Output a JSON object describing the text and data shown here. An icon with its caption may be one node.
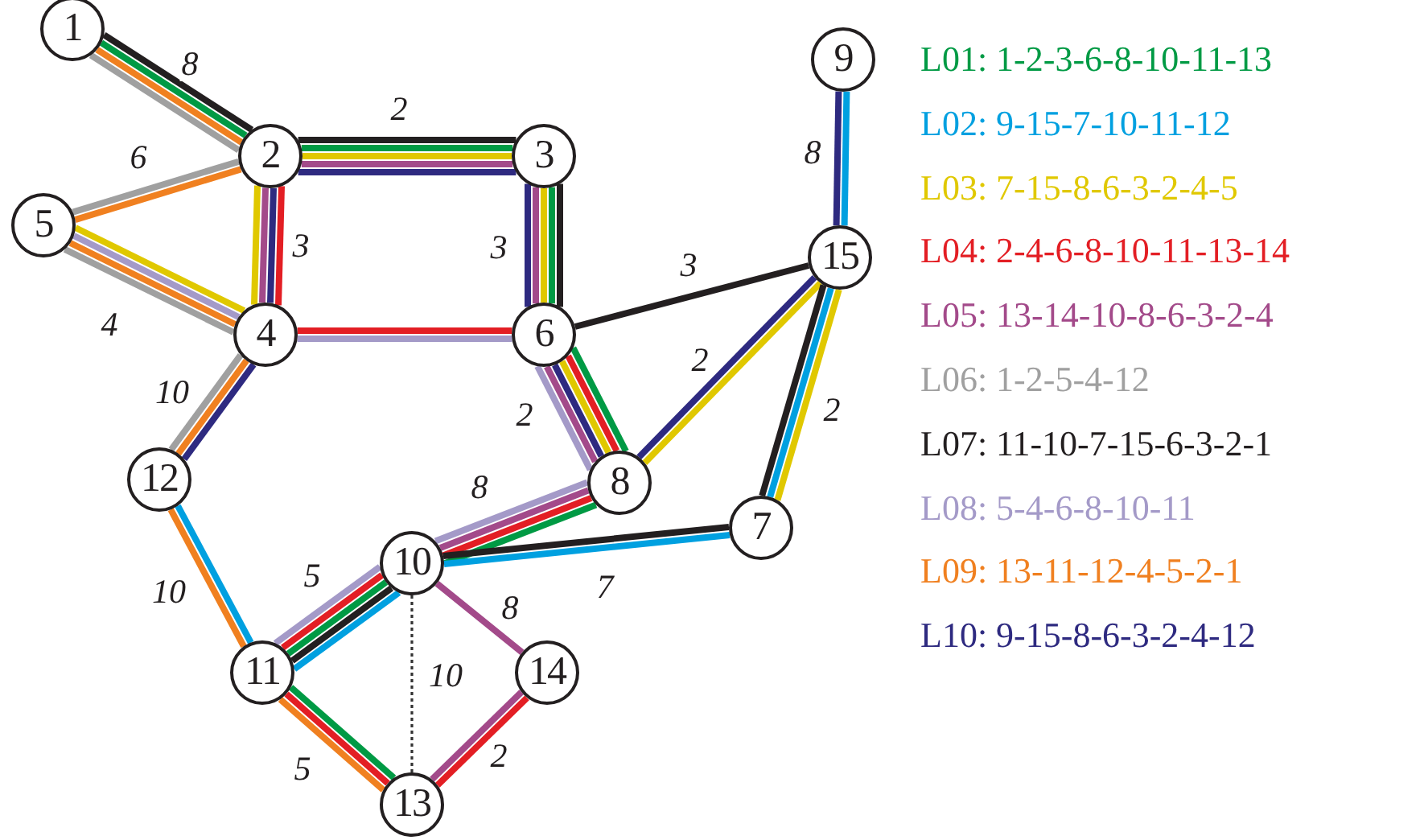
{
  "diagram": {
    "nodes": [
      {
        "text": [
          "1"
        ]
      },
      {
        "text": [
          "2"
        ]
      },
      {
        "text": [
          "3"
        ]
      },
      {
        "text": [
          "4"
        ]
      },
      {
        "text": [
          "5"
        ]
      },
      {
        "text": [
          "6"
        ]
      },
      {
        "text": [
          "7"
        ]
      },
      {
        "text": [
          "8"
        ]
      },
      {
        "text": [
          "9"
        ]
      },
      {
        "text": [
          "10"
        ]
      },
      {
        "text": [
          "11"
        ]
      },
      {
        "text": [
          "12"
        ]
      },
      {
        "text": [
          "13"
        ]
      },
      {
        "text": [
          "14"
        ]
      },
      {
        "text": [
          "15"
        ]
      }
    ],
    "edges": [
      {
        "from": 0,
        "to": 1,
        "arrow": "none",
        "label": "8",
        "color": "#231f20"
      },
      {
        "from": 0,
        "to": 1,
        "arrow": "none",
        "color": "#009a44"
      },
      {
        "from": 0,
        "to": 1,
        "arrow": "none",
        "color": "#f08020"
      },
      {
        "from": 0,
        "to": 1,
        "arrow": "none",
        "color": "#a0a0a0"
      },
      {
        "from": 1,
        "to": 2,
        "arrow": "none",
        "label": "2",
        "color": "#231f20"
      },
      {
        "from": 1,
        "to": 2,
        "arrow": "none",
        "color": "#009a44"
      },
      {
        "from": 1,
        "to": 2,
        "arrow": "none",
        "color": "#e0c800"
      },
      {
        "from": 1,
        "to": 2,
        "arrow": "none",
        "color": "#a34a8a"
      },
      {
        "from": 1,
        "to": 2,
        "arrow": "none",
        "color": "#2e2a80"
      },
      {
        "from": 1,
        "to": 4,
        "arrow": "none",
        "label": "6",
        "color": "#a0a0a0"
      },
      {
        "from": 1,
        "to": 4,
        "arrow": "none",
        "color": "#f08020"
      },
      {
        "from": 1,
        "to": 3,
        "arrow": "none",
        "color": "#e0c800"
      },
      {
        "from": 1,
        "to": 3,
        "arrow": "none",
        "color": "#a34a8a"
      },
      {
        "from": 1,
        "to": 3,
        "arrow": "none",
        "color": "#2e2a80"
      },
      {
        "from": 1,
        "to": 3,
        "arrow": "none",
        "label": "3",
        "color": "#e31e24"
      },
      {
        "from": 2,
        "to": 5,
        "arrow": "none",
        "label": "3",
        "color": "#2e2a80"
      },
      {
        "from": 2,
        "to": 5,
        "arrow": "none",
        "color": "#a34a8a"
      },
      {
        "from": 2,
        "to": 5,
        "arrow": "none",
        "color": "#e0c800"
      },
      {
        "from": 2,
        "to": 5,
        "arrow": "none",
        "color": "#009a44"
      },
      {
        "from": 2,
        "to": 5,
        "arrow": "none",
        "color": "#231f20"
      },
      {
        "from": 4,
        "to": 3,
        "arrow": "none",
        "label": "4",
        "color": "#e0c800"
      },
      {
        "from": 4,
        "to": 3,
        "arrow": "none",
        "color": "#a49ac8"
      },
      {
        "from": 4,
        "to": 3,
        "arrow": "none",
        "color": "#f08020"
      },
      {
        "from": 4,
        "to": 3,
        "arrow": "none",
        "color": "#a0a0a0"
      },
      {
        "from": 3,
        "to": 5,
        "arrow": "none",
        "color": "#e31e24"
      },
      {
        "from": 3,
        "to": 5,
        "arrow": "none",
        "color": "#a49ac8"
      },
      {
        "from": 3,
        "to": 11,
        "arrow": "none",
        "label": "10",
        "color": "#a0a0a0"
      },
      {
        "from": 3,
        "to": 11,
        "arrow": "none",
        "color": "#f08020"
      },
      {
        "from": 3,
        "to": 11,
        "arrow": "none",
        "color": "#2e2a80"
      },
      {
        "from": 5,
        "to": 14,
        "arrow": "none",
        "label": "3",
        "color": "#231f20"
      },
      {
        "from": 5,
        "to": 7,
        "arrow": "none",
        "label": "2",
        "color": "#a49ac8"
      },
      {
        "from": 5,
        "to": 7,
        "arrow": "none",
        "color": "#a34a8a"
      },
      {
        "from": 5,
        "to": 7,
        "arrow": "none",
        "color": "#2e2a80"
      },
      {
        "from": 5,
        "to": 7,
        "arrow": "none",
        "color": "#e0c800"
      },
      {
        "from": 5,
        "to": 7,
        "arrow": "none",
        "color": "#e31e24"
      },
      {
        "from": 5,
        "to": 7,
        "arrow": "none",
        "color": "#009a44"
      },
      {
        "from": 7,
        "to": 14,
        "arrow": "none",
        "label": "2",
        "color": "#2e2a80"
      },
      {
        "from": 7,
        "to": 14,
        "arrow": "none",
        "color": "#e0c800"
      },
      {
        "from": 8,
        "to": 14,
        "arrow": "none",
        "label": "8",
        "color": "#00a0e0"
      },
      {
        "from": 8,
        "to": 14,
        "arrow": "none",
        "color": "#2e2a80"
      },
      {
        "from": 14,
        "to": 6,
        "arrow": "none",
        "label": "2",
        "color": "#231f20"
      },
      {
        "from": 14,
        "to": 6,
        "arrow": "none",
        "color": "#00a0e0"
      },
      {
        "from": 14,
        "to": 6,
        "arrow": "none",
        "color": "#e0c800"
      },
      {
        "from": 7,
        "to": 9,
        "arrow": "none",
        "label": "8",
        "color": "#a49ac8"
      },
      {
        "from": 7,
        "to": 9,
        "arrow": "none",
        "color": "#a34a8a"
      },
      {
        "from": 7,
        "to": 9,
        "arrow": "none",
        "color": "#e31e24"
      },
      {
        "from": 7,
        "to": 9,
        "arrow": "none",
        "color": "#009a44"
      },
      {
        "from": 6,
        "to": 9,
        "arrow": "none",
        "label": "7",
        "color": "#231f20"
      },
      {
        "from": 6,
        "to": 9,
        "arrow": "none",
        "color": "#00a0e0"
      },
      {
        "from": 11,
        "to": 10,
        "arrow": "none",
        "label": "10",
        "color": "#f08020"
      },
      {
        "from": 11,
        "to": 10,
        "arrow": "none",
        "color": "#00a0e0"
      },
      {
        "from": 9,
        "to": 10,
        "arrow": "none",
        "label": "5",
        "color": "#a49ac8"
      },
      {
        "from": 9,
        "to": 10,
        "arrow": "none",
        "color": "#e31e24"
      },
      {
        "from": 9,
        "to": 10,
        "arrow": "none",
        "color": "#009a44"
      },
      {
        "from": 9,
        "to": 10,
        "arrow": "none",
        "color": "#231f20"
      },
      {
        "from": 9,
        "to": 10,
        "arrow": "none",
        "color": "#00a0e0"
      },
      {
        "from": 9,
        "to": 13,
        "arrow": "none",
        "label": "8",
        "color": "#a34a8a"
      },
      {
        "from": 9,
        "to": 12,
        "arrow": "none",
        "label": "10",
        "style": "dashed",
        "color": "#333333"
      },
      {
        "from": 10,
        "to": 12,
        "arrow": "none",
        "label": "5",
        "color": "#009a44"
      },
      {
        "from": 10,
        "to": 12,
        "arrow": "none",
        "color": "#e31e24"
      },
      {
        "from": 10,
        "to": 12,
        "arrow": "none",
        "color": "#f08020"
      },
      {
        "from": 13,
        "to": 12,
        "arrow": "none",
        "label": "2",
        "color": "#a34a8a"
      },
      {
        "from": 13,
        "to": 12,
        "arrow": "none",
        "color": "#e31e24"
      }
    ],
    "legend": [
      {
        "text": "L01: 1-2-3-6-8-10-11-13",
        "color": "#009a44"
      },
      {
        "text": "L02: 9-15-7-10-11-12",
        "color": "#00a0e0"
      },
      {
        "text": "L03: 7-15-8-6-3-2-4-5",
        "color": "#e0c800"
      },
      {
        "text": "L04: 2-4-6-8-10-11-13-14",
        "color": "#e31e24"
      },
      {
        "text": "L05: 13-14-10-8-6-3-2-4",
        "color": "#a34a8a"
      },
      {
        "text": "L06: 1-2-5-4-12",
        "color": "#a0a0a0"
      },
      {
        "text": "L07: 11-10-7-15-6-3-2-1",
        "color": "#231f20"
      },
      {
        "text": "L08: 5-4-6-8-10-11",
        "color": "#a49ac8"
      },
      {
        "text": "L09: 13-11-12-4-5-2-1",
        "color": "#f08020"
      },
      {
        "text": "L10: 9-15-8-6-3-2-4-12",
        "color": "#2e2a80"
      }
    ]
  }
}
